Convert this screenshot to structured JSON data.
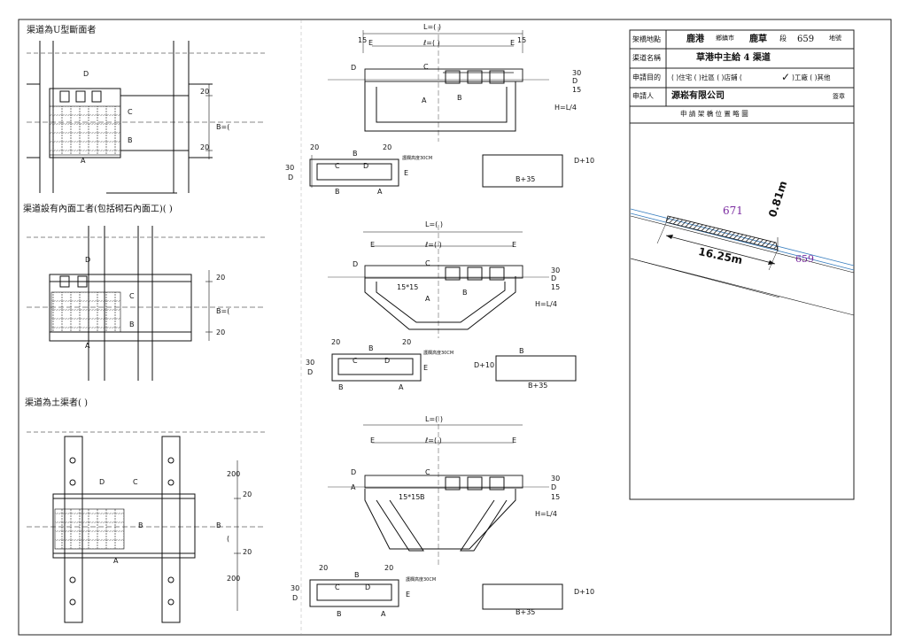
{
  "sections": [
    {
      "title": "渠道為U型斷面者"
    },
    {
      "title": "渠道設有內面工者(包括砌石內面工)(          )"
    },
    {
      "title": "渠道為土渠者(          )"
    }
  ],
  "dims": {
    "L": "L=(       )",
    "l": "ℓ=(       )",
    "E": "E",
    "n15": "15",
    "n20": "20",
    "n30": "30",
    "n200": "200",
    "D": "D",
    "B": "B",
    "Bp": "B=(",
    "HL4": "H=L/4",
    "D10": "D+10",
    "B35": "B+35",
    "chamfer": "15*15",
    "paren": "(",
    "paren_close": ")",
    "railnote": "護欄高度30CM"
  },
  "markers": {
    "A": "A",
    "B": "B",
    "C": "C",
    "D": "D",
    "E": "E"
  },
  "form": {
    "r1_label": "架橋地點",
    "r1_town": "鹿港",
    "r1_unit1": "鄉鎮市",
    "r1_section": "鹿草",
    "r1_unit2": "段",
    "r1_lot": "659",
    "r1_unit3": "地號",
    "r2_label": "渠道名稱",
    "r2_value": "草港中主給 4 渠道",
    "r3_label": "申請目的",
    "r3_value": "(  )住宅 (  )社區 (  )店鋪 (",
    "r3_check": "✓",
    "r3_value2": ")工廠 (  )其他",
    "r4_label": "申請人",
    "r4_value": "源崧有限公司",
    "r4_sign": "簽章",
    "map_title": "申  請  架  橋  位  置  略  圖"
  },
  "sketch": {
    "lot_upper": "671",
    "lot_lower": "659",
    "width": "0.81m",
    "length": "16.25m"
  }
}
